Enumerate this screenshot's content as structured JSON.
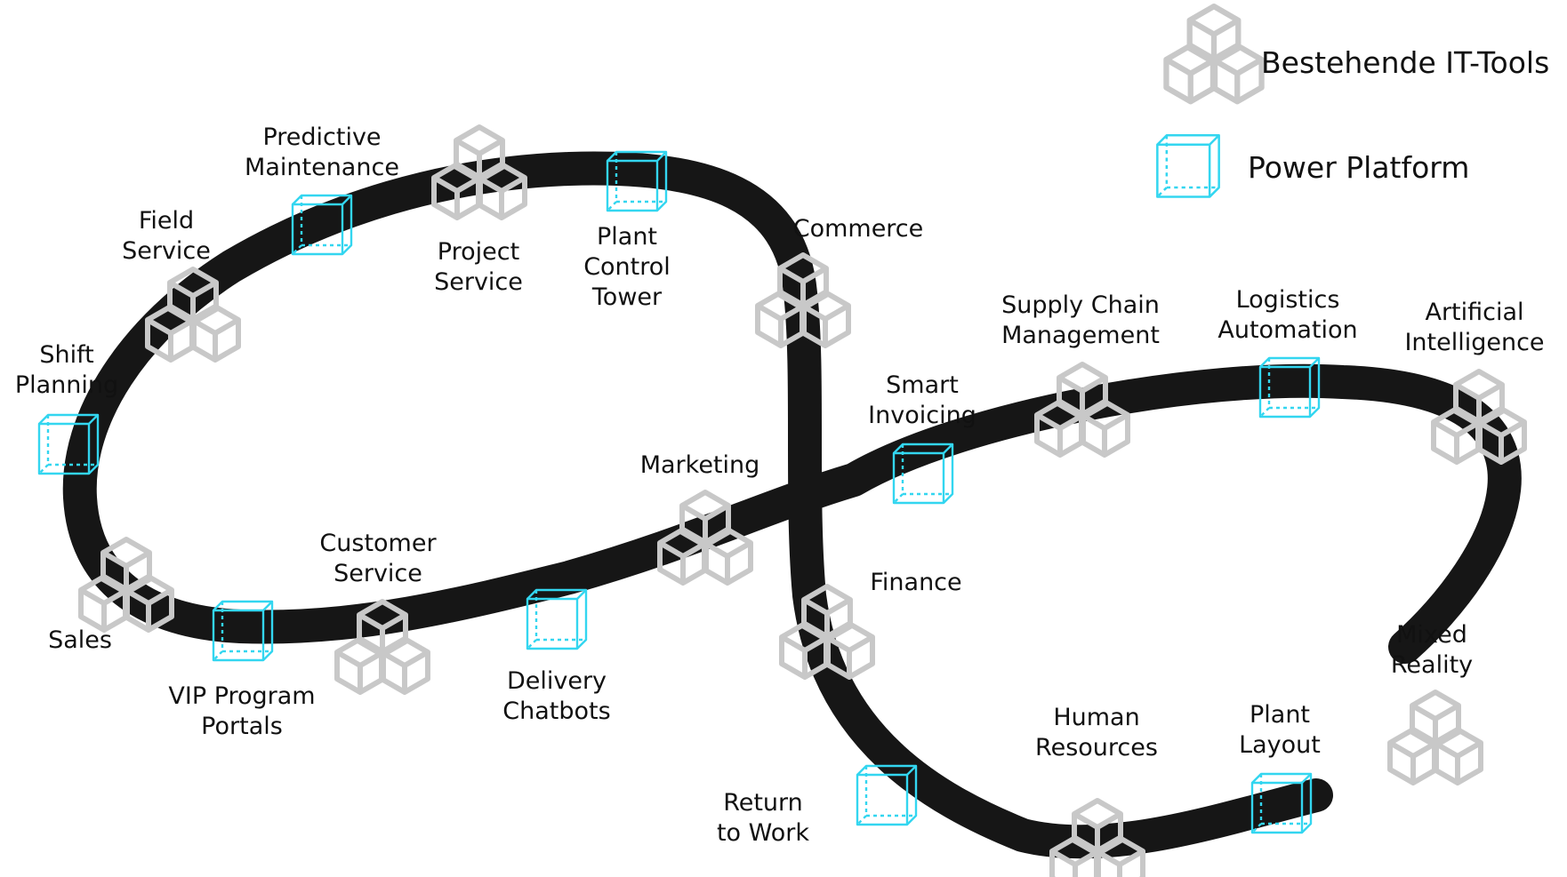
{
  "legend": {
    "existing": {
      "label": "Bestehende IT-Tools",
      "icon": "gray-cube-stack-icon"
    },
    "power": {
      "label": "Power Platform",
      "icon": "cyan-wireframe-cube-icon"
    }
  },
  "colors": {
    "path": "#161616",
    "existing_icon": "#c8c8c8",
    "power_icon": "#33d6f0"
  },
  "nodes": [
    {
      "id": "shift-planning",
      "type": "power",
      "lines": [
        "Shift",
        "Planning"
      ]
    },
    {
      "id": "field-service",
      "type": "existing",
      "lines": [
        "Field",
        "Service"
      ]
    },
    {
      "id": "predictive-maintenance",
      "type": "power",
      "lines": [
        "Predictive",
        "Maintenance"
      ]
    },
    {
      "id": "project-service",
      "type": "existing",
      "lines": [
        "Project",
        "Service"
      ]
    },
    {
      "id": "plant-control-tower",
      "type": "power",
      "lines": [
        "Plant",
        "Control",
        "Tower"
      ]
    },
    {
      "id": "commerce",
      "type": "existing",
      "lines": [
        "Commerce"
      ]
    },
    {
      "id": "marketing",
      "type": "existing",
      "lines": [
        "Marketing"
      ]
    },
    {
      "id": "delivery-chatbots",
      "type": "power",
      "lines": [
        "Delivery",
        "Chatbots"
      ]
    },
    {
      "id": "customer-service",
      "type": "existing",
      "lines": [
        "Customer",
        "Service"
      ]
    },
    {
      "id": "vip-program-portals",
      "type": "power",
      "lines": [
        "VIP Program",
        "Portals"
      ]
    },
    {
      "id": "sales",
      "type": "existing",
      "lines": [
        "Sales"
      ]
    },
    {
      "id": "smart-invoicing",
      "type": "power",
      "lines": [
        "Smart",
        "Invoicing"
      ]
    },
    {
      "id": "supply-chain-management",
      "type": "existing",
      "lines": [
        "Supply Chain",
        "Management"
      ]
    },
    {
      "id": "logistics-automation",
      "type": "power",
      "lines": [
        "Logistics",
        "Automation"
      ]
    },
    {
      "id": "artificial-intelligence",
      "type": "existing",
      "lines": [
        "Artificial",
        "Intelligence"
      ]
    },
    {
      "id": "mixed-reality",
      "type": "existing",
      "lines": [
        "Mixed",
        "Reality"
      ]
    },
    {
      "id": "finance",
      "type": "existing",
      "lines": [
        "Finance"
      ]
    },
    {
      "id": "return-to-work",
      "type": "power",
      "lines": [
        "Return",
        "to Work"
      ]
    },
    {
      "id": "human-resources",
      "type": "existing",
      "lines": [
        "Human",
        "Resources"
      ]
    },
    {
      "id": "plant-layout",
      "type": "power",
      "lines": [
        "Plant",
        "Layout"
      ]
    }
  ]
}
